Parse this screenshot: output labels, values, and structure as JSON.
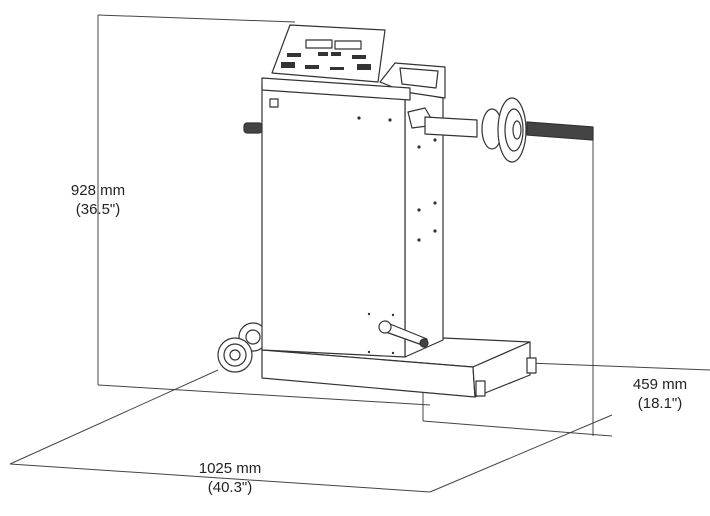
{
  "title": "Wheel balancer dimensions",
  "dimensions": {
    "height": {
      "metric": "928 mm",
      "imperial": "(36.5\")"
    },
    "depth": {
      "metric": "459 mm",
      "imperial": "(18.1\")"
    },
    "width": {
      "metric": "1025 mm",
      "imperial": "(40.3\")"
    }
  },
  "colors": {
    "line": "#333333",
    "fill": "#ffffff",
    "grip": "#444444"
  }
}
